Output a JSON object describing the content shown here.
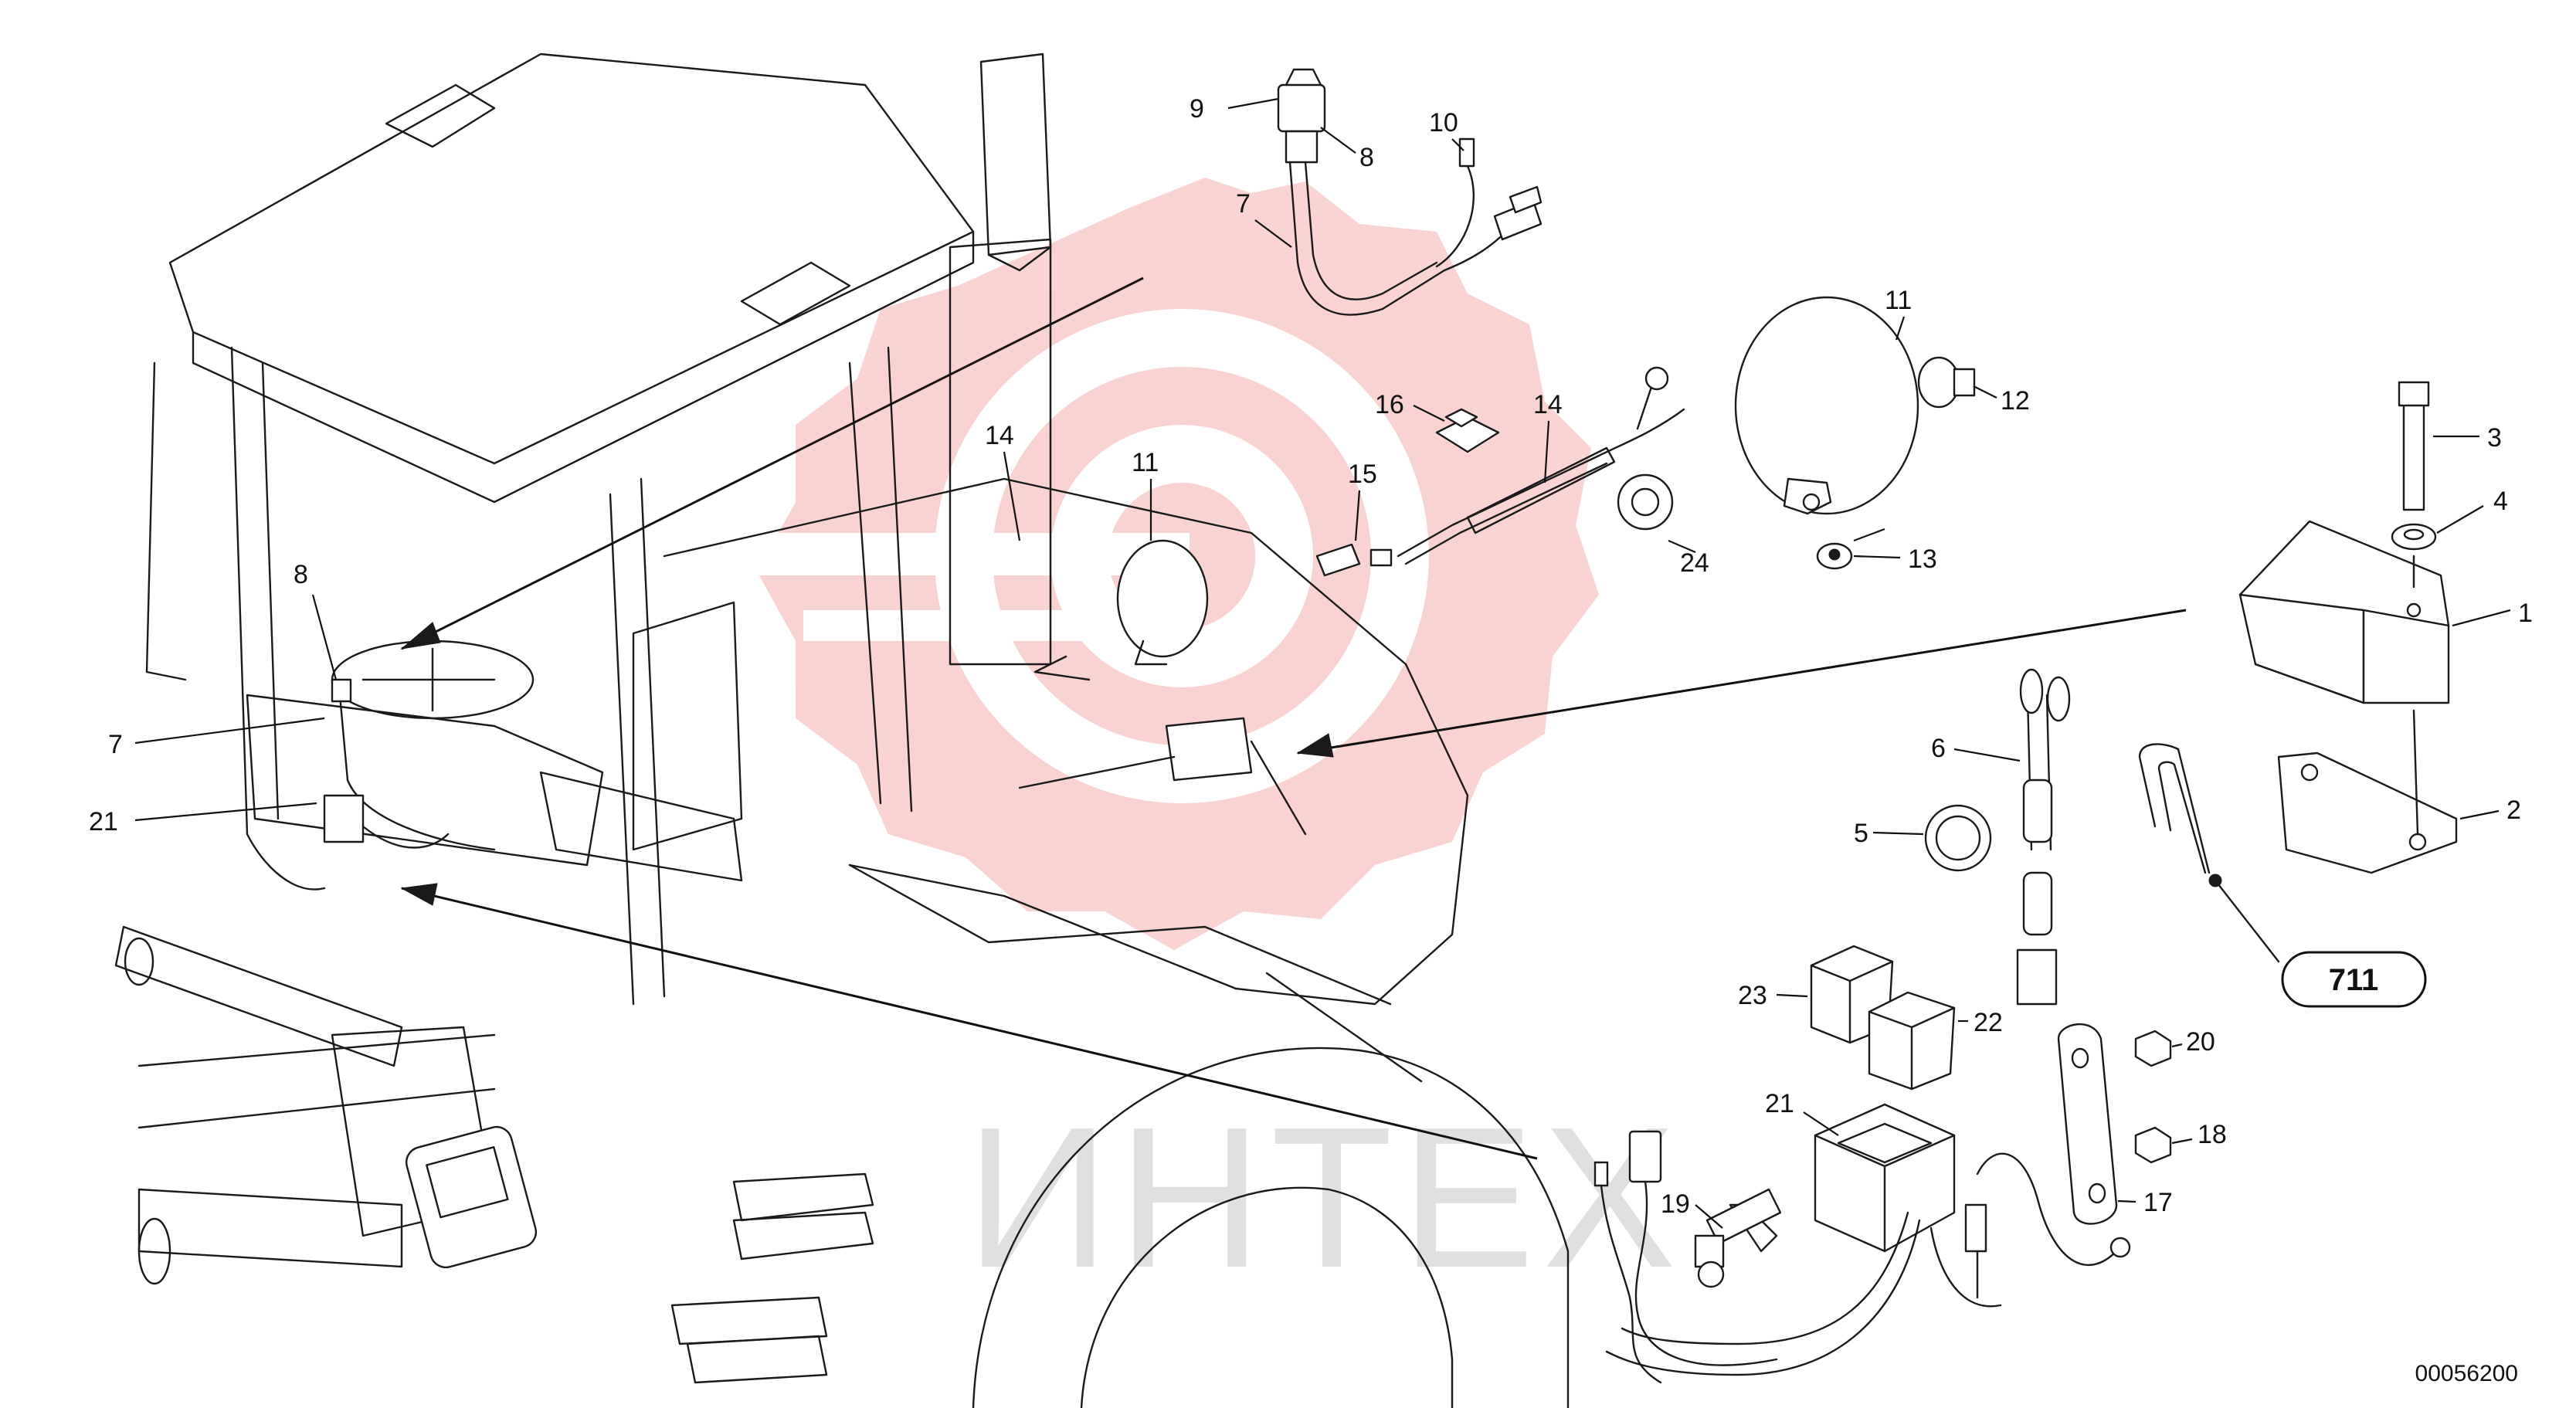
{
  "colors": {
    "line": "#1a1a1a",
    "watermark": "#f08080",
    "watermark_text": "#d9d9d9",
    "background": "#ffffff"
  },
  "watermark": {
    "text": "ИНТЕХ",
    "icon": "gear-target-icon"
  },
  "document_number": "00056200",
  "reference_badge": "711",
  "callouts": [
    {
      "id": "c9",
      "label": "9"
    },
    {
      "id": "c8a",
      "label": "8"
    },
    {
      "id": "c10",
      "label": "10"
    },
    {
      "id": "c7a",
      "label": "7"
    },
    {
      "id": "c11a",
      "label": "11"
    },
    {
      "id": "c12",
      "label": "12"
    },
    {
      "id": "c16",
      "label": "16"
    },
    {
      "id": "c14a",
      "label": "14"
    },
    {
      "id": "c3",
      "label": "3"
    },
    {
      "id": "c14b",
      "label": "14"
    },
    {
      "id": "c11b",
      "label": "11"
    },
    {
      "id": "c15",
      "label": "15"
    },
    {
      "id": "c24",
      "label": "24"
    },
    {
      "id": "c13",
      "label": "13"
    },
    {
      "id": "c4",
      "label": "4"
    },
    {
      "id": "c1",
      "label": "1"
    },
    {
      "id": "c8b",
      "label": "8"
    },
    {
      "id": "c7b",
      "label": "7"
    },
    {
      "id": "c6",
      "label": "6"
    },
    {
      "id": "c21a",
      "label": "21"
    },
    {
      "id": "c2",
      "label": "2"
    },
    {
      "id": "c5",
      "label": "5"
    },
    {
      "id": "c23",
      "label": "23"
    },
    {
      "id": "c22",
      "label": "22"
    },
    {
      "id": "c20",
      "label": "20"
    },
    {
      "id": "c21b",
      "label": "21"
    },
    {
      "id": "c18",
      "label": "18"
    },
    {
      "id": "c19",
      "label": "19"
    },
    {
      "id": "c17",
      "label": "17"
    }
  ]
}
